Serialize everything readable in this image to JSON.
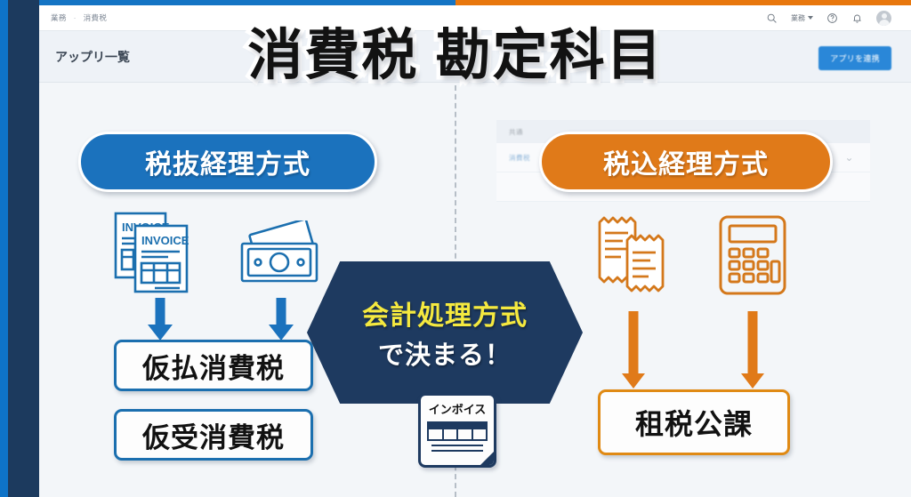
{
  "app": {
    "breadcrumb": {
      "root": "業務",
      "separator": "·",
      "current": "消費税"
    },
    "header": {
      "user_menu": "業務",
      "search_icon": "search-icon",
      "help_icon": "help-circle-icon",
      "bell_icon": "bell-icon",
      "avatar_icon": "user-avatar"
    },
    "subheader": {
      "title": "アップリ一覧",
      "primary_button": "アプリを連携"
    },
    "sidebar": [
      {
        "name": "logo",
        "icon": "chart-up-logo-icon",
        "active": false
      },
      {
        "name": "home",
        "icon": "home-icon",
        "active": false
      },
      {
        "name": "apps",
        "icon": "document-list-icon",
        "active": true
      },
      {
        "name": "contacts",
        "icon": "person-icon",
        "active": false
      },
      {
        "name": "documents",
        "icon": "file-icon",
        "active": false
      },
      {
        "name": "links",
        "icon": "link-icon",
        "active": false
      },
      {
        "name": "calendar",
        "icon": "calendar-icon",
        "active": false
      },
      {
        "name": "reports",
        "icon": "chart-icon",
        "active": false
      },
      {
        "name": "settings",
        "icon": "gear-icon",
        "active": false
      }
    ],
    "background_table": {
      "header": "共通",
      "row_label": "消費税",
      "chevron": "⌄"
    }
  },
  "overlay": {
    "title": "消費税 勘定科目",
    "left": {
      "pill": "税抜経理方式",
      "icons": [
        {
          "name": "invoice-documents-icon",
          "label": "INVOICE"
        },
        {
          "name": "banknotes-icon",
          "label": ""
        }
      ],
      "boxes": [
        "仮払消費税",
        "仮受消費税"
      ]
    },
    "right": {
      "pill": "税込経理方式",
      "icons": [
        {
          "name": "receipts-icon",
          "label": ""
        },
        {
          "name": "calculator-icon",
          "label": ""
        }
      ],
      "boxes": [
        "租税公課"
      ]
    },
    "center_arrow": {
      "line1": "会計処理方式",
      "line2": "で決まる！"
    },
    "invoice_card": {
      "label": "インボイス"
    }
  },
  "colors": {
    "blue": "#1b72bd",
    "orange": "#e07a19",
    "navy": "#1e3a60",
    "yellow": "#f5e93f",
    "sidebar": "#1c3a5e",
    "accent_blue_edge": "#0e73c8"
  }
}
